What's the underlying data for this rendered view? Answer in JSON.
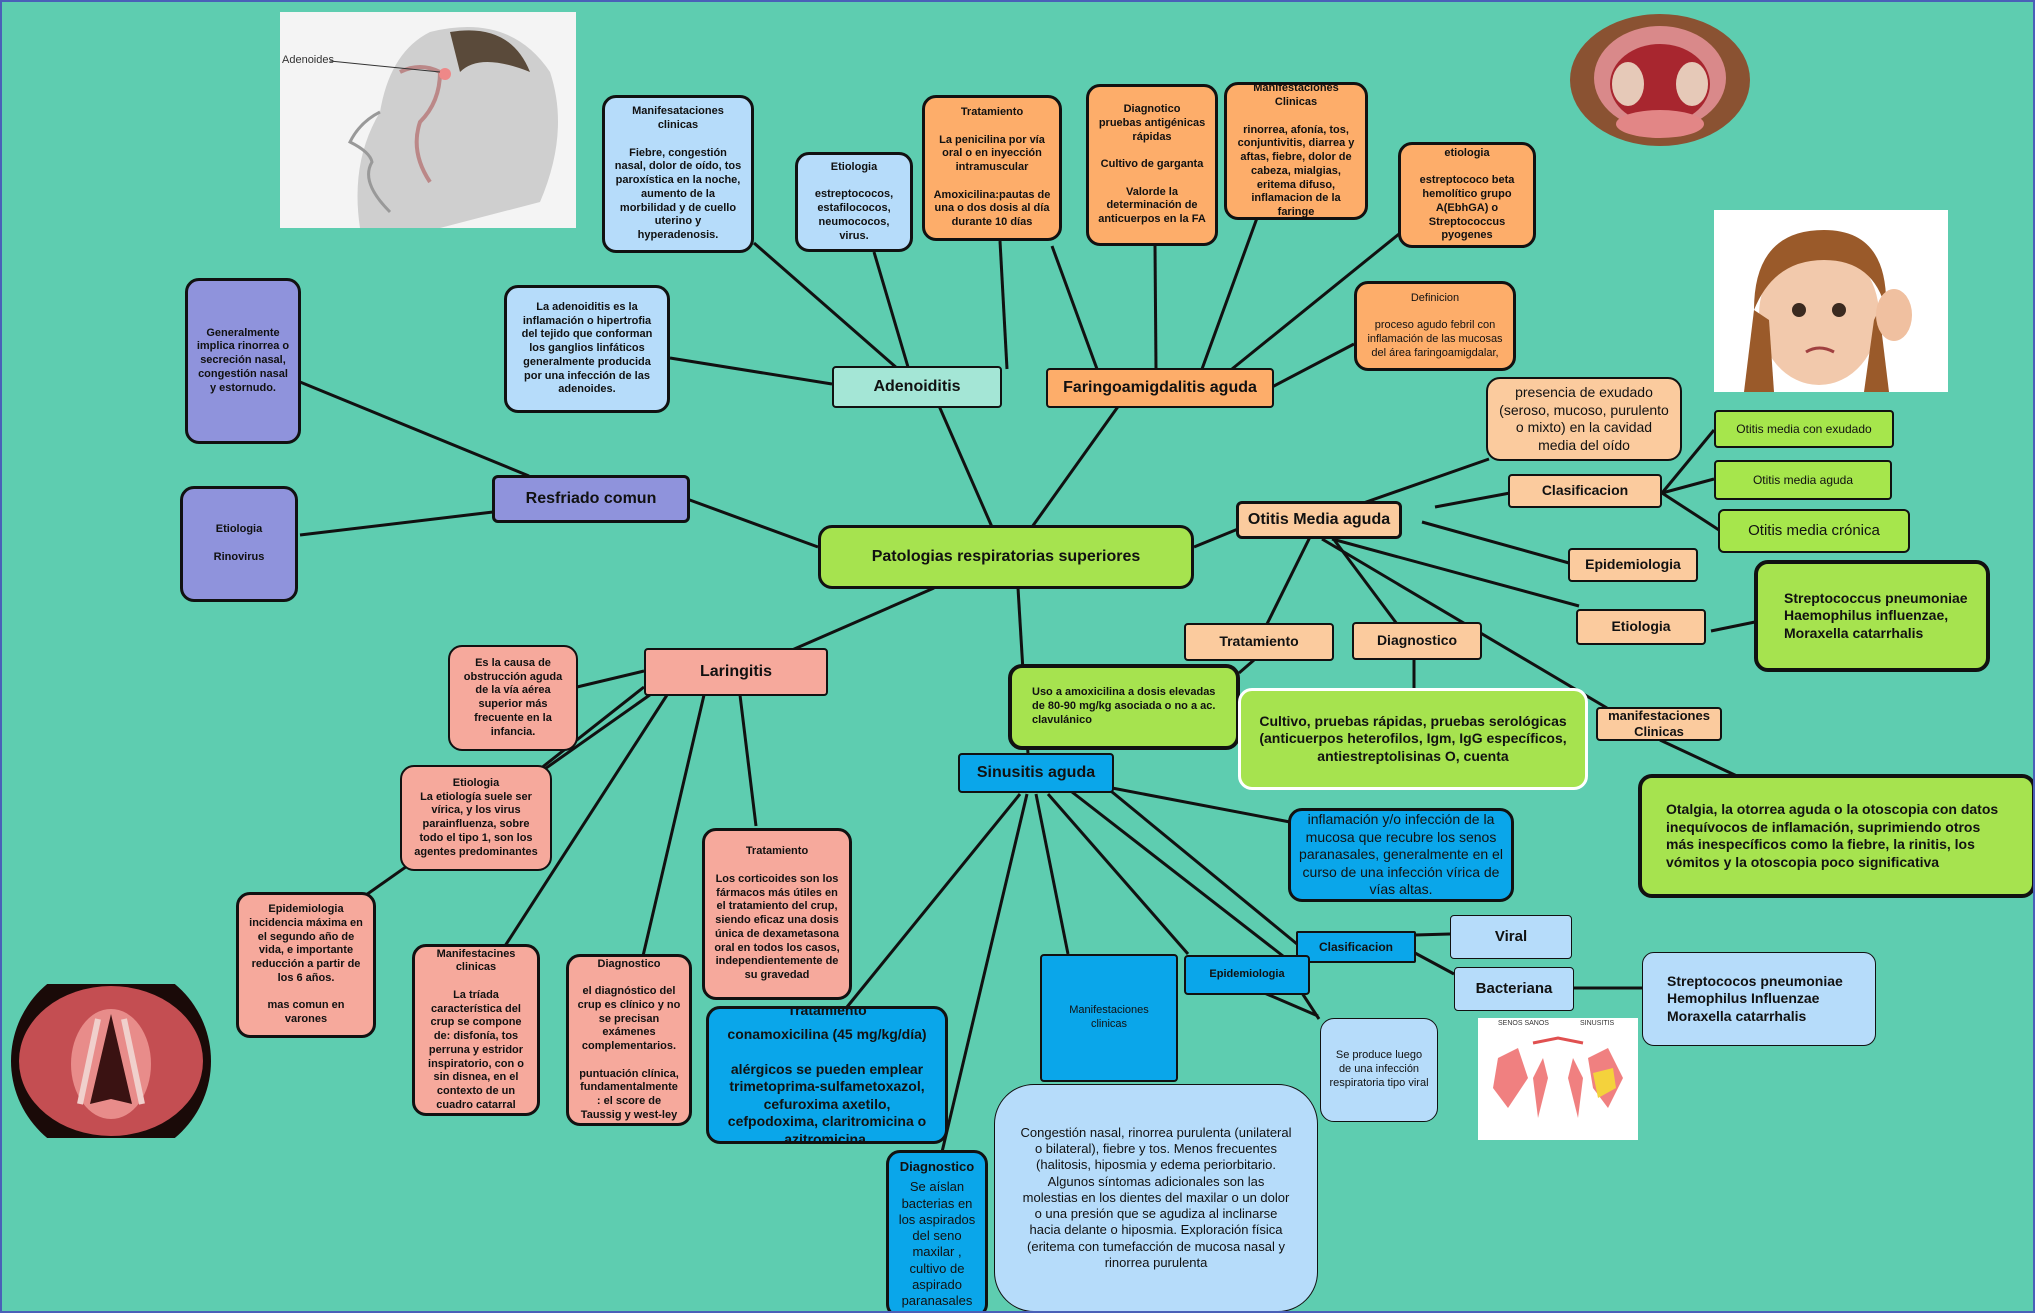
{
  "center": "Patologias respiratorias superiores",
  "adenoiditis": {
    "title": "Adenoiditis",
    "image_label": "Adenoides",
    "manifestaciones": "Manifesataciones clinicas\n\nFiebre, congestión nasal, dolor de oído, tos paroxística  en la noche, aumento de la morbilidad y de cuello uterino y hyperadenosis.",
    "etiologia": "Etiologia\n\nestreptococos, estafilococos, neumococos, virus.",
    "definicion": "La adenoiditis es la inflamación o hipertrofia del tejido que conforman los ganglios linfáticos generalmente producida por una infección de las adenoides."
  },
  "faringo": {
    "title": "Faringoamigdalitis aguda",
    "tratamiento": "Tratamiento\n\nLa penicilina por vía oral o en inyección intramuscular\n\nAmoxicilina:pautas de una o dos dosis al día durante 10 días",
    "diagnostico": "Diagnotico\npruebas antigénicas rápidas\n\nCultivo de garganta\n\nValorde la determinación de anticuerpos en la FA",
    "manifestaciones": "Manifestaciones Clinicas\n\nrinorrea, afonía, tos, conjuntivitis, diarrea y aftas, fiebre, dolor de cabeza, mialgias, eritema difuso, inflamacion de la faringe",
    "etiologia": "etiologia\n\nestreptococo beta hemolítico grupo A(EbhGA) o Streptococcus pyogenes",
    "definicion": "Definicion\n\nproceso agudo febril con inflamación de las mucosas del área faringoamigdalar,"
  },
  "resfriado": {
    "title": "Resfriado comun",
    "sintomas": "Generalmente implica rinorrea o secreción nasal, congestión nasal y estornudo.",
    "etiologia": "Etiologia\n\nRinovirus"
  },
  "otitis": {
    "title": "Otitis Media aguda",
    "definicion": "presencia de exudado (seroso, mucoso, purulento o mixto) en la cavidad media del oído",
    "clasificacion": "Clasificacion",
    "clasif_items": [
      "Otitis media con exudado",
      "Otitis media aguda",
      "Otitis media crónica"
    ],
    "epidemiologia": "Epidemiologia",
    "etiologia": "Etiologia",
    "etiologia_detalle": "Streptococcus pneumoniae\nHaemophilus influenzae,\nMoraxella catarrhalis",
    "tratamiento": "Tratamiento",
    "tratamiento_detalle": "Uso a amoxicilina a dosis elevadas de 80-90 mg/kg asociada o no a ac. clavulánico",
    "diagnostico": "Diagnostico",
    "diagnostico_detalle": "Cultivo, pruebas rápidas, pruebas serológicas (anticuerpos heterofilos, Igm, IgG específicos, antiestreptolisinas O, cuenta",
    "manifestaciones": "manifestaciones Clinicas",
    "manifestaciones_detalle": "Otalgia, la otorrea aguda o la otoscopia con datos inequívocos de inflamación, suprimiendo otros más inespecíficos como la fiebre, la rinitis, los vómitos y la otoscopia poco significativa"
  },
  "laringitis": {
    "title": "Laringitis",
    "causa": "Es la causa de obstrucción aguda de la vía aérea superior más frecuente en la infancia.",
    "etiologia": "Etiologia\nLa etiología suele ser vírica, y los virus parainfluenza, sobre todo el tipo 1, son los agentes predominantes",
    "epidemiologia": "Epidemiologia\nincidencia máxima en el segundo año de vida, e importante reducción a partir de los 6 años.\n\nmas comun en varones",
    "manifestaciones": "Manifestacines clinicas\n\nLa tríada característica del crup se compone de: disfonía, tos perruna y estridor inspiratorio, con o sin disnea, en el contexto de un cuadro catarral",
    "diagnostico": "Diagnostico\n\nel diagnóstico del crup es clínico y no se precisan exámenes complementarios.\n\npuntuación clínica, fundamentalmente : el score de Taussig y west-ley",
    "tratamiento": "Tratamiento\n\nLos corticoides son los fármacos más útiles en el tratamiento del crup, siendo eficaz una dosis única de dexametasona oral en todos los casos, independientemente de su gravedad"
  },
  "sinusitis": {
    "title": "Sinusitis aguda",
    "tratamiento_title": "Tratamiento",
    "tratamiento": "conamoxicilina  (45 mg/kg/día)\n\nalérgicos se pueden emplear trimetoprima-sulfametoxazol, cefuroxima axetilo, cefpodoxima, claritromicina  o azitromicina.",
    "diagnostico_title": "Diagnostico",
    "diagnostico": "Se aíslan bacterias en los aspirados del seno maxilar , cultivo de aspirado paranasales",
    "definicion": "inflamación y/o infección de la mucosa que recubre los senos paranasales, generalmente en el curso de una infección vírica de vías altas.",
    "clasificacion": "Clasificacion",
    "viral": "Viral",
    "bacteriana": "Bacteriana",
    "bacteriana_detalle": "Streptococos pneumoniae\nHemophilus Influenzae\nMoraxella catarrhalis",
    "epidemiologia": "Epidemiologia",
    "epidemiologia_detalle": "Se produce luego de una infección respiratoria tipo viral",
    "manifestaciones": "Manifestaciones clinicas",
    "manifestaciones_detalle": "Congestión nasal, rinorrea purulenta (unilateral o bilateral), fiebre y tos. Menos frecuentes (halitosis, hiposmia y edema periorbitario. Algunos síntomas adicionales son las molestias en los dientes del maxilar o un dolor o una presión que se agudiza al inclinarse hacia delante o hiposmia. Exploración física (eritema con tumefacción de mucosa nasal y rinorrea purulenta",
    "image_labels": [
      "SENOS SANOS",
      "SINUSITIS"
    ]
  }
}
